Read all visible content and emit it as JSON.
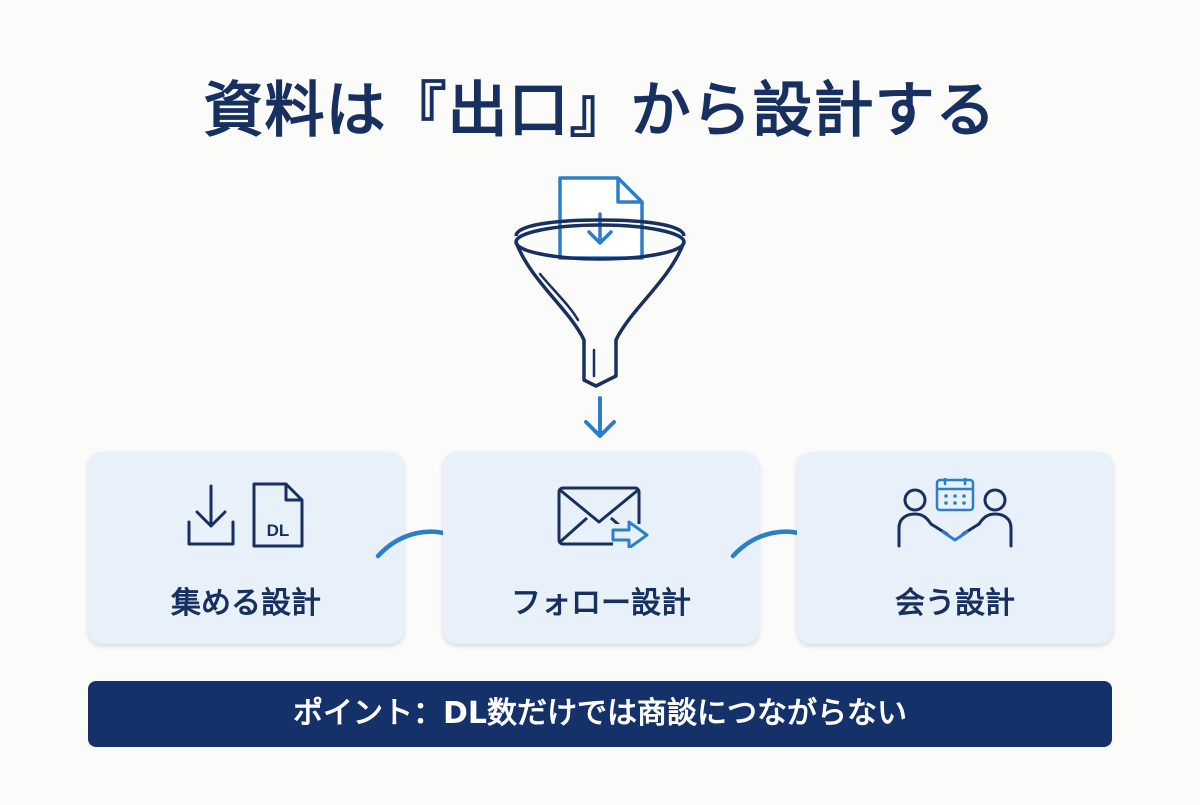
{
  "title": "資料は『出口』から設計する",
  "steps": [
    {
      "label": "集める設計",
      "icon": "download-document-icon",
      "doc_tag": "DL"
    },
    {
      "label": "フォロー設計",
      "icon": "email-forward-icon"
    },
    {
      "label": "会う設計",
      "icon": "meeting-handshake-icon"
    }
  ],
  "point": "ポイント：DL数だけでは商談につながらない",
  "colors": {
    "navy": "#17305f",
    "accent": "#2a7fc8",
    "card": "#e8f0fa",
    "banner": "#15316a"
  }
}
